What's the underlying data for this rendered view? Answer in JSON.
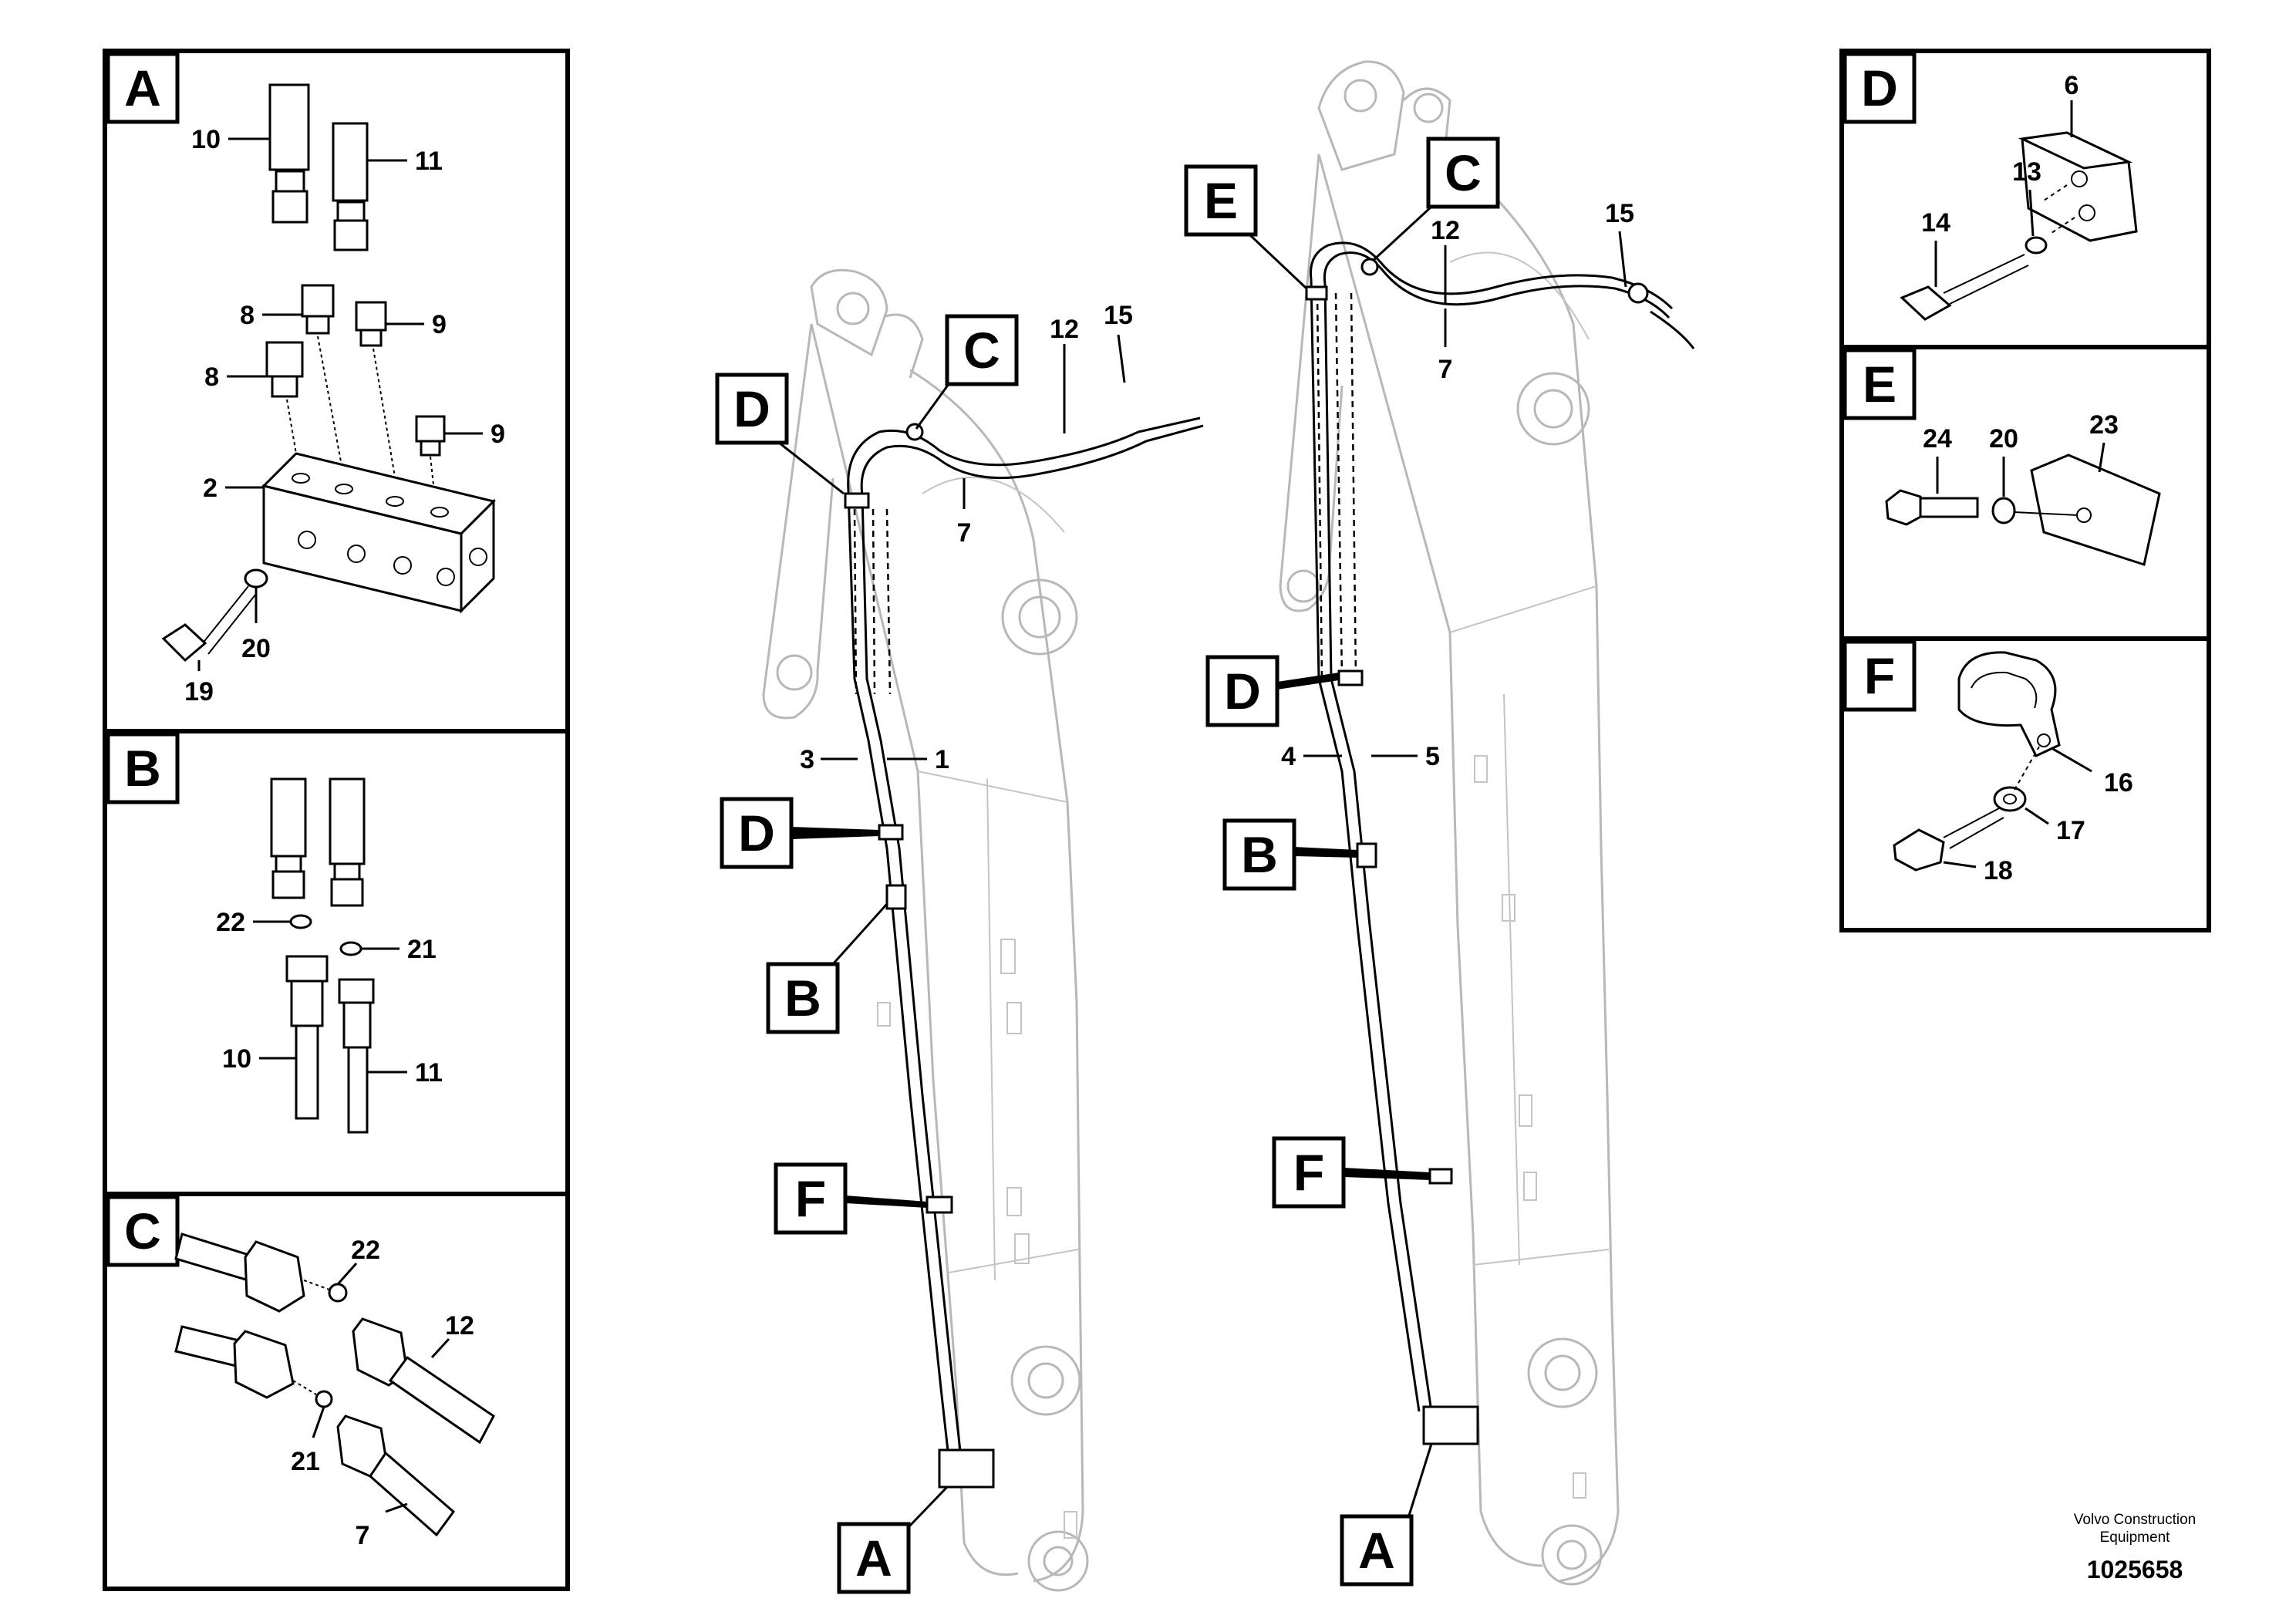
{
  "panels": {
    "A": {
      "letter": "A",
      "labels": [
        "10",
        "11",
        "8",
        "9",
        "8",
        "9",
        "2",
        "20",
        "19"
      ]
    },
    "B": {
      "letter": "B",
      "labels": [
        "22",
        "21",
        "10",
        "11"
      ]
    },
    "C": {
      "letter": "C",
      "labels": [
        "22",
        "12",
        "21",
        "7"
      ]
    },
    "D": {
      "letter": "D",
      "labels": [
        "6",
        "13",
        "14"
      ]
    },
    "E": {
      "letter": "E",
      "labels": [
        "24",
        "20",
        "23"
      ]
    },
    "F": {
      "letter": "F",
      "labels": [
        "16",
        "17",
        "18"
      ]
    }
  },
  "left_boom": {
    "callouts": [
      "D",
      "C",
      "D",
      "B",
      "F",
      "A"
    ],
    "labels": [
      "12",
      "15",
      "7",
      "3",
      "1"
    ]
  },
  "right_boom": {
    "callouts": [
      "E",
      "C",
      "D",
      "B",
      "F",
      "A"
    ],
    "labels": [
      "12",
      "15",
      "7",
      "4",
      "5"
    ]
  },
  "footer": {
    "company_line1": "Volvo Construction",
    "company_line2": "Equipment",
    "drawing_number": "1025658"
  }
}
